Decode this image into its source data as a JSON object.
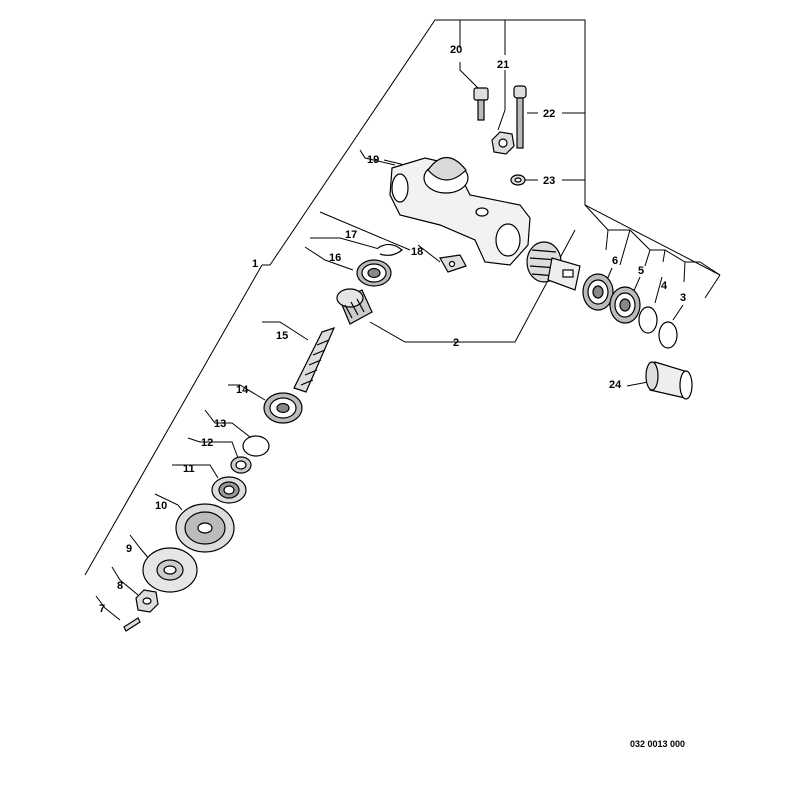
{
  "callouts": [
    "1",
    "2",
    "3",
    "4",
    "5",
    "6",
    "7",
    "8",
    "9",
    "10",
    "11",
    "12",
    "13",
    "14",
    "15",
    "16",
    "17",
    "18",
    "19",
    "20",
    "21",
    "22",
    "23",
    "24"
  ],
  "reference_code": "032 0013 000"
}
